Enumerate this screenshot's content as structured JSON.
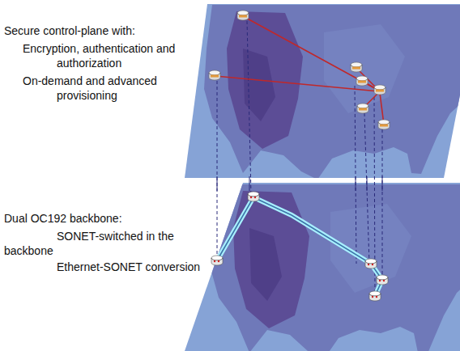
{
  "diagram": {
    "labels": [
      "Secure control-plane with:",
      "Encryption, authentication and authorization",
      "On-demand and advanced provisioning",
      "Dual OC192 backbone:",
      "SONET-switched in the backbone",
      "Ethernet-SONET conversion"
    ]
  }
}
